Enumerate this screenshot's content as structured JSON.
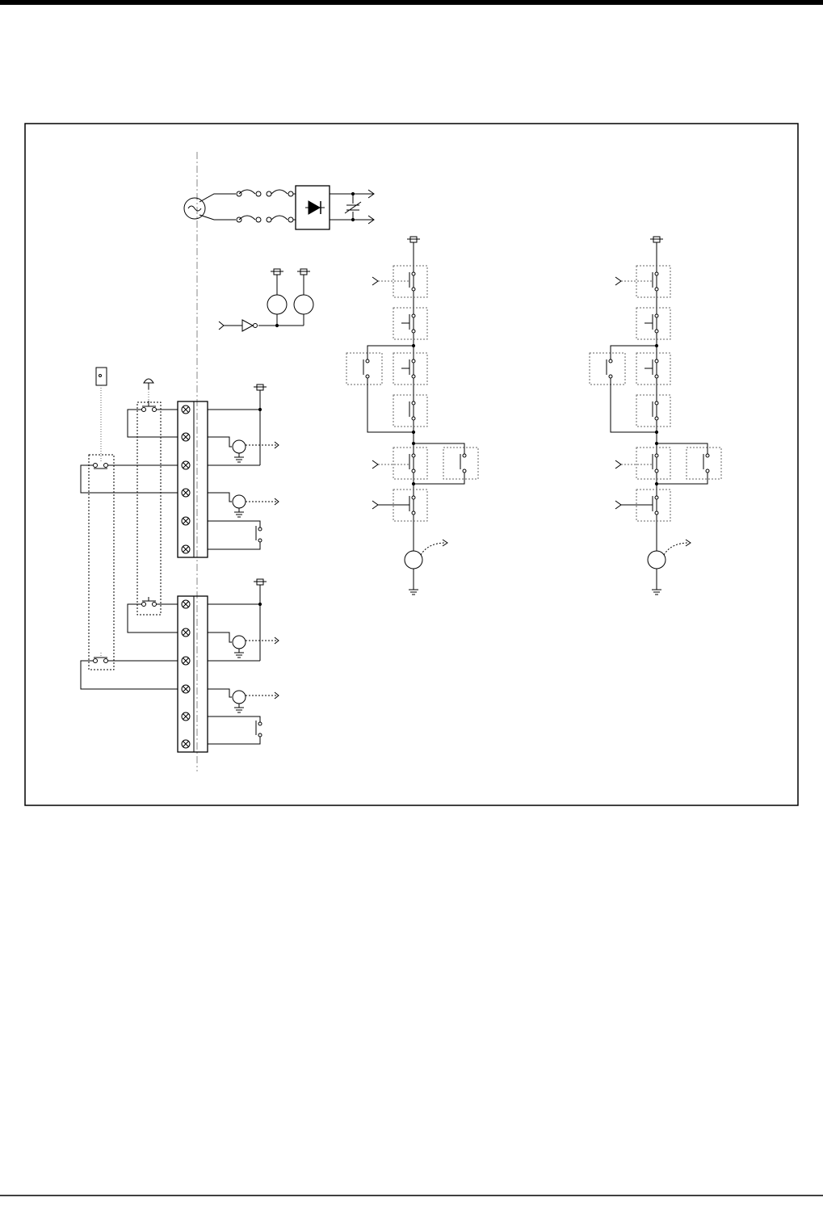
{
  "page": {
    "header_rule": "top-bar",
    "footer_rule": "bottom-line",
    "colors": {
      "ink": "#000000",
      "paper": "#ffffff",
      "grid_dot": "#666666"
    }
  },
  "figure": {
    "kind": "electrical-schematic",
    "text_labels": [],
    "icons": [
      "ac-source-icon",
      "fuse-icon",
      "rectifier-icon",
      "capacitor-icon",
      "terminal-block-icon",
      "indicator-lamp-icon",
      "contact-icon",
      "relay-coil-icon",
      "ground-icon",
      "inverter-icon",
      "mushroom-button-icon",
      "key-switch-icon"
    ]
  }
}
